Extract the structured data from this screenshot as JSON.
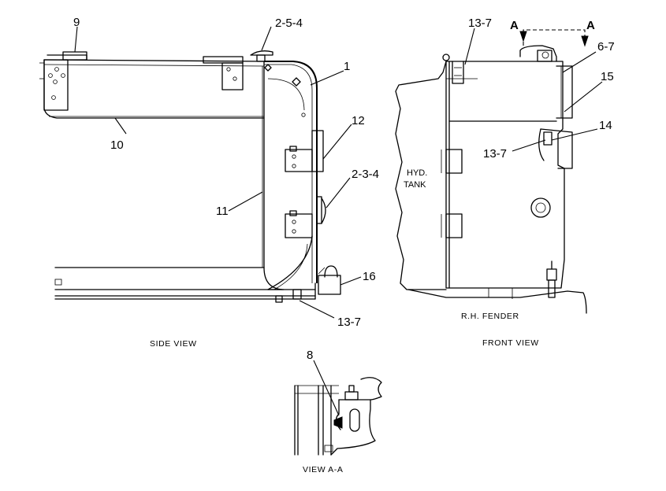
{
  "captions": {
    "side_view": "SIDE VIEW",
    "front_view": "FRONT VIEW",
    "view_aa": "VIEW A-A"
  },
  "labels": {
    "hyd_tank_line1": "HYD.",
    "hyd_tank_line2": "TANK",
    "rh_fender": "R.H. FENDER",
    "section_a_left": "A",
    "section_a_right": "A"
  },
  "callouts": {
    "side": {
      "c9": "9",
      "c2_5_4": "2-5-4",
      "c1": "1",
      "c12": "12",
      "c10": "10",
      "c2_3_4": "2-3-4",
      "c11": "11",
      "c16": "16",
      "c13_7": "13-7"
    },
    "front": {
      "c13_7_top": "13-7",
      "c6_7": "6-7",
      "c15": "15",
      "c14": "14",
      "c13_7_mid": "13-7"
    },
    "view_aa": {
      "c8": "8"
    }
  }
}
